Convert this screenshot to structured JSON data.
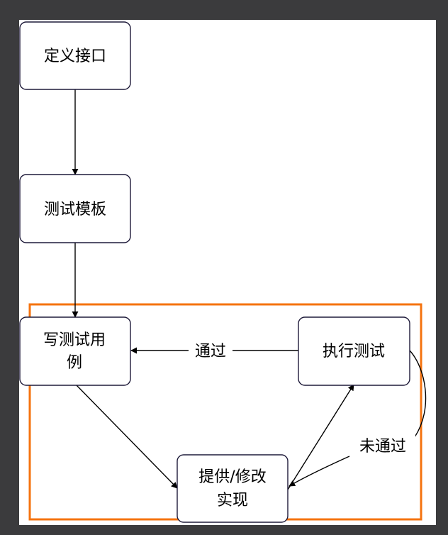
{
  "colors": {
    "frame": "#3b3b3d",
    "canvas": "#ffffff",
    "node_stroke": "#1f1b3a",
    "edge": "#000000",
    "highlight": "#f5730f"
  },
  "nodes": {
    "define_interface": "定义接口",
    "test_template": "测试模板",
    "write_test_line1": "写测试用",
    "write_test_line2": "例",
    "run_test": "执行测试",
    "impl_line1": "提供/修改",
    "impl_line2": "实现"
  },
  "edges": {
    "passed": "通过",
    "failed": "未通过"
  }
}
